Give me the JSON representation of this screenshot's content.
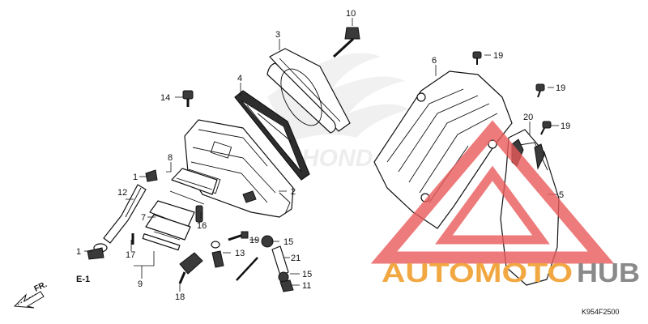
{
  "diagram": {
    "callouts": [
      {
        "id": "c10",
        "text": "10"
      },
      {
        "id": "c3",
        "text": "3"
      },
      {
        "id": "c4",
        "text": "4"
      },
      {
        "id": "c14",
        "text": "14"
      },
      {
        "id": "c8",
        "text": "8"
      },
      {
        "id": "c1a",
        "text": "1"
      },
      {
        "id": "c12",
        "text": "12"
      },
      {
        "id": "c2",
        "text": "2"
      },
      {
        "id": "c7",
        "text": "7"
      },
      {
        "id": "c16",
        "text": "16"
      },
      {
        "id": "c19a",
        "text": "19"
      },
      {
        "id": "c15a",
        "text": "15"
      },
      {
        "id": "c1b",
        "text": "1"
      },
      {
        "id": "c17",
        "text": "17"
      },
      {
        "id": "c13",
        "text": "13"
      },
      {
        "id": "c21",
        "text": "21"
      },
      {
        "id": "c9",
        "text": "9"
      },
      {
        "id": "c18",
        "text": "18"
      },
      {
        "id": "c15b",
        "text": "15"
      },
      {
        "id": "c11",
        "text": "11"
      },
      {
        "id": "c6",
        "text": "6"
      },
      {
        "id": "c19b",
        "text": "19"
      },
      {
        "id": "c19c",
        "text": "19"
      },
      {
        "id": "c20",
        "text": "20"
      },
      {
        "id": "c19d",
        "text": "19"
      },
      {
        "id": "c5",
        "text": "5"
      }
    ],
    "ref_label": "E-1",
    "direction_label": "FR.",
    "diagram_code": "K954F2500"
  },
  "watermark": {
    "word_colored": "AUTOMOTO",
    "word_gray": "HUB",
    "triangle_color": "#e85a5a",
    "accent_color": "#f2a842",
    "gray_color": "#8a8a8a"
  },
  "brand_mark": "HONDA"
}
